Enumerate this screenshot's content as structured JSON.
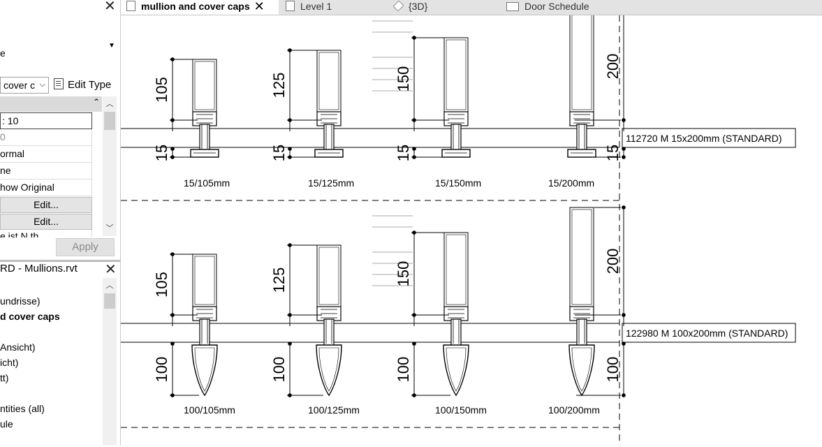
{
  "properties": {
    "type_selector": "cover c",
    "edit_type_label": "Edit Type",
    "rows": [
      ": 10",
      "0",
      "ormal",
      "ne",
      "how Original",
      "Edit...",
      "Edit...",
      "e ist N th"
    ],
    "apply_label": "Apply"
  },
  "project_browser": {
    "title": "RD - Mullions.rvt",
    "items": [
      {
        "label": "undrisse)",
        "bold": false
      },
      {
        "label": "d cover caps",
        "bold": true
      },
      {
        "label": "Ansicht)",
        "bold": false
      },
      {
        "label": "icht)",
        "bold": false
      },
      {
        "label": "tt)",
        "bold": false
      },
      {
        "label": "ntities (all)",
        "bold": false
      },
      {
        "label": "ule",
        "bold": false
      }
    ]
  },
  "tabs": [
    {
      "label": "mullion and cover caps",
      "active": true
    },
    {
      "label": "Level 1",
      "active": false
    },
    {
      "label": "{3D}",
      "active": false
    },
    {
      "label": "Door Schedule",
      "active": false
    }
  ],
  "drawing": {
    "rows": [
      {
        "tag": "112720 M 15x200mm (STANDARD)",
        "cover": "flat",
        "cover_dim": "15",
        "items": [
          {
            "dim": "105",
            "label": "15/105mm"
          },
          {
            "dim": "125",
            "label": "15/125mm"
          },
          {
            "dim": "150",
            "label": "15/150mm"
          },
          {
            "dim": "200",
            "label": "15/200mm"
          }
        ]
      },
      {
        "tag": "122980 M 100x200mm (STANDARD)",
        "cover": "bullet",
        "cover_dim": "100",
        "items": [
          {
            "dim": "105",
            "label": "100/105mm"
          },
          {
            "dim": "125",
            "label": "100/125mm"
          },
          {
            "dim": "150",
            "label": "100/150mm"
          },
          {
            "dim": "200",
            "label": "100/200mm"
          }
        ]
      }
    ]
  }
}
